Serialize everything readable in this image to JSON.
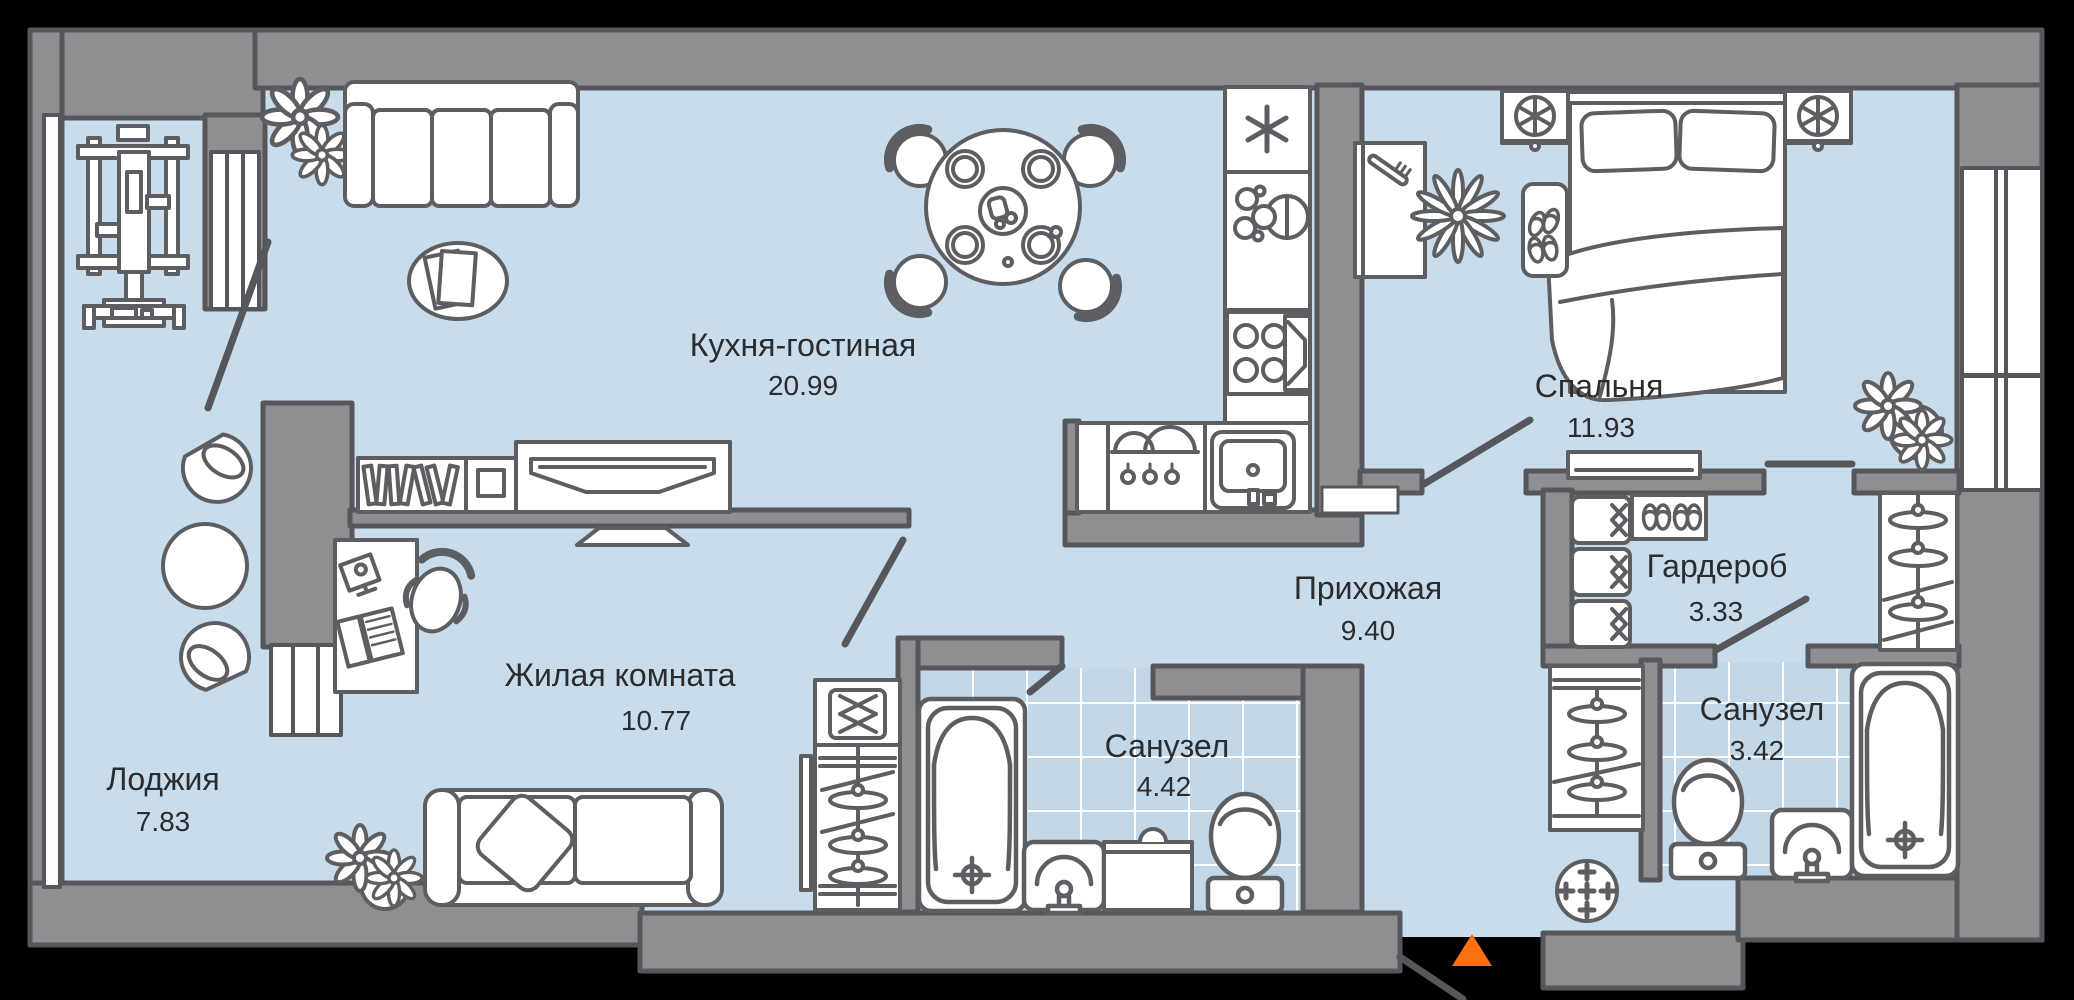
{
  "plan": {
    "type": "apartment-floor-plan",
    "language": "ru",
    "rooms": {
      "kitchen_living": {
        "label": "Кухня-гостиная",
        "area": "20.99"
      },
      "bedroom": {
        "label": "Спальня",
        "area": "11.93"
      },
      "hallway": {
        "label": "Прихожая",
        "area": "9.40"
      },
      "wardrobe": {
        "label": "Гардероб",
        "area": "3.33"
      },
      "living_room": {
        "label": "Жилая комната",
        "area": "10.77"
      },
      "loggia": {
        "label": "Лоджия",
        "area": "7.83"
      },
      "bathroom_main": {
        "label": "Санузел",
        "area": "4.42"
      },
      "bathroom_master": {
        "label": "Санузел",
        "area": "3.42"
      }
    },
    "colors": {
      "background": "#000000",
      "floor": "#c9dcec",
      "tile_floor": "#c2d8e9",
      "wall_fill": "#8d8f91",
      "wall_stroke": "#55575b",
      "furniture_fill": "#ffffff",
      "furniture_stroke": "#5c5e61",
      "tile_line": "#ffffff",
      "label_text": "#2b2c2e",
      "entrance_marker": "#fb7014"
    },
    "icons": [
      "entrance-triangle-icon",
      "door-swing-icon",
      "window-icon",
      "sofa-icon",
      "coffee-table-icon",
      "dining-table-icon",
      "plant-icon",
      "tv-console-icon",
      "bookshelf-icon",
      "fridge-icon",
      "stove-icon",
      "kitchen-sink-icon",
      "dish-rack-icon",
      "bed-icon",
      "ac-fan-icon",
      "nightstand-icon",
      "comb-cabinet-icon",
      "dresser-icon",
      "storage-boxes-icon",
      "shoe-shelf-icon",
      "hanger-rail-icon",
      "bathtub-icon",
      "toilet-icon",
      "washbasin-icon",
      "washing-machine-icon",
      "exercise-machine-icon",
      "desk-laptop-icon",
      "office-chair-icon",
      "tub-chair-icon",
      "round-table-icon",
      "vent-plus-icon"
    ]
  }
}
